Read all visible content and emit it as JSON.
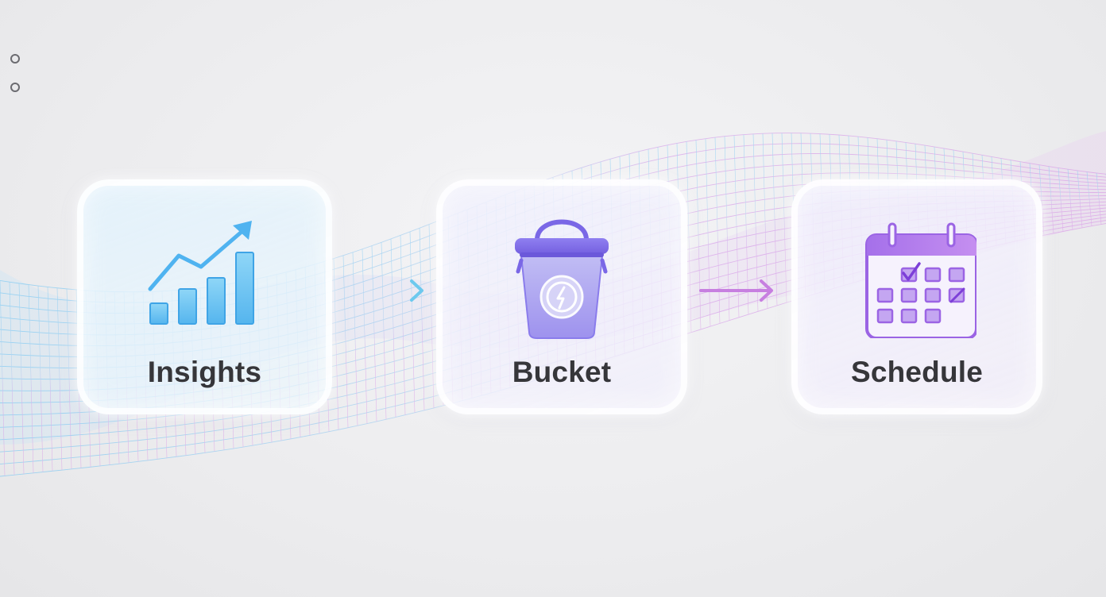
{
  "steps": [
    {
      "label": "Insights",
      "icon": "bar-chart-trend-icon",
      "accent": "#4fb3f0"
    },
    {
      "label": "Bucket",
      "icon": "bucket-icon",
      "accent": "#8f7ff0"
    },
    {
      "label": "Schedule",
      "icon": "calendar-icon",
      "accent": "#a06ee6"
    }
  ],
  "connectors": [
    {
      "from": "Insights",
      "to": "Bucket",
      "color": "#7fd6f0"
    },
    {
      "from": "Bucket",
      "to": "Schedule",
      "color": "#c77fe0"
    }
  ],
  "colors": {
    "background": "#ececee",
    "label_text": "#36363a",
    "blue_accent": "#4fb3f0",
    "violet_accent": "#8f7ff0",
    "purple_accent": "#a06ee6"
  }
}
